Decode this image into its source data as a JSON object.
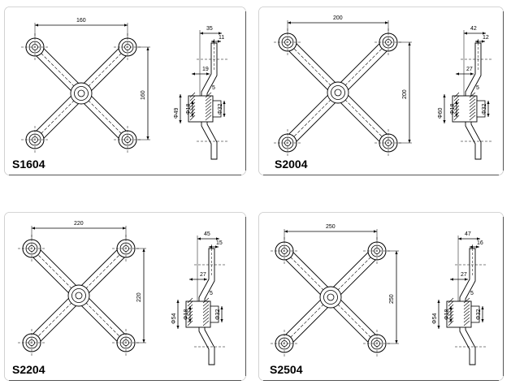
{
  "panels": [
    {
      "model": "S1604",
      "span": "160",
      "height": "160",
      "w_total": "35",
      "w_top": "11",
      "w_mid": "19",
      "angle": "5",
      "d_outer": "Φ49",
      "d_inner": "Φ18",
      "d_bolt": "Φ32"
    },
    {
      "model": "S2004",
      "span": "200",
      "height": "200",
      "w_total": "42",
      "w_top": "12",
      "w_mid": "27",
      "angle": "5",
      "d_outer": "Φ60",
      "d_inner": "Φ18",
      "d_bolt": "Φ32"
    },
    {
      "model": "S2204",
      "span": "220",
      "height": "220",
      "w_total": "45",
      "w_top": "15",
      "w_mid": "27",
      "angle": "5",
      "d_outer": "Φ54",
      "d_inner": "Φ18",
      "d_bolt": "Φ32"
    },
    {
      "model": "S2504",
      "span": "250",
      "height": "250",
      "w_total": "47",
      "w_top": "16",
      "w_mid": "27",
      "angle": "5",
      "d_outer": "Φ54",
      "d_inner": "Φ18",
      "d_bolt": "Φ32"
    }
  ]
}
